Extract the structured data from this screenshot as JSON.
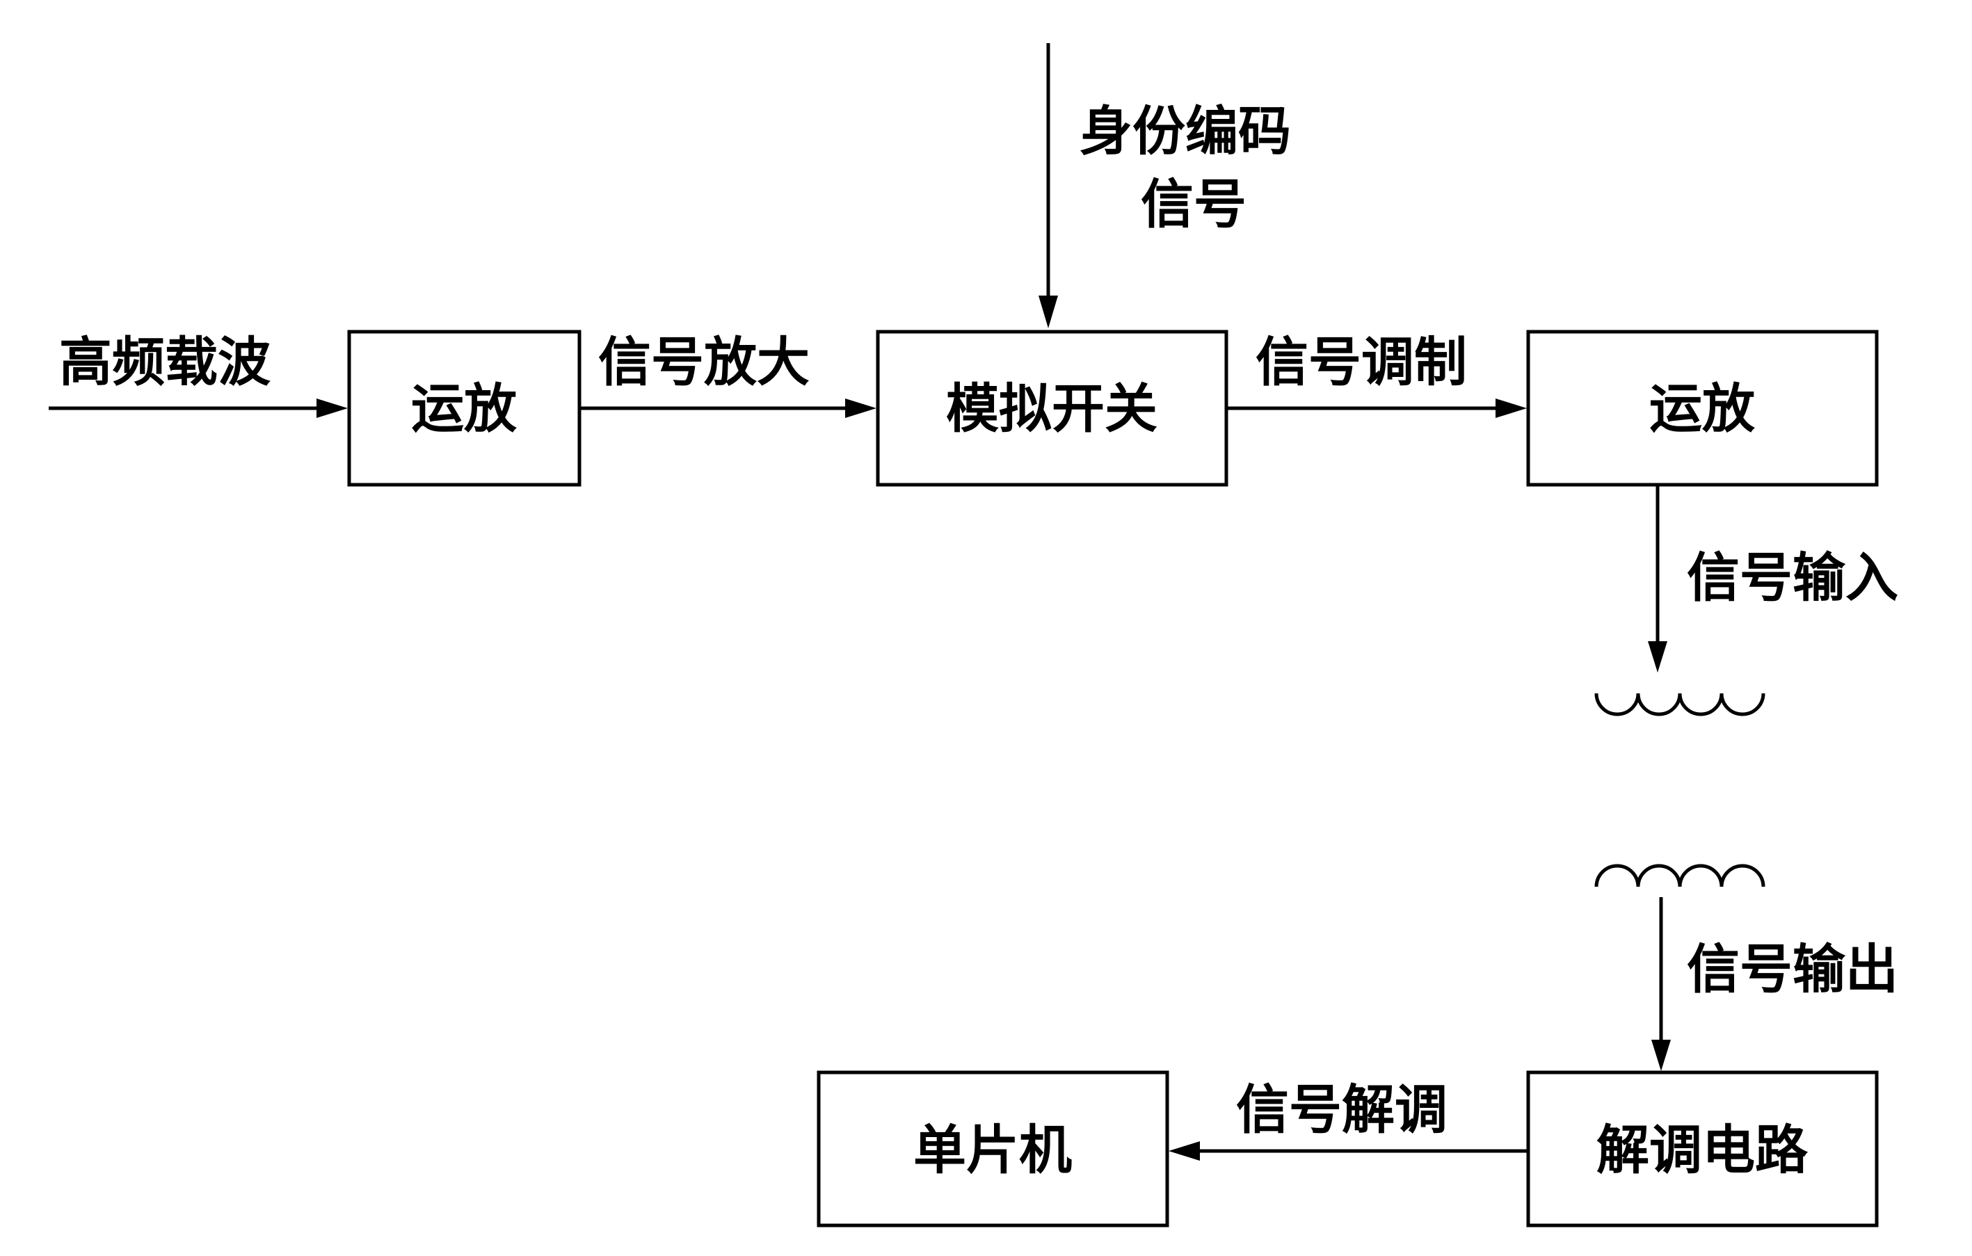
{
  "blocks": {
    "op_amp_1": "运放",
    "analog_switch": "模拟开关",
    "op_amp_2": "运放",
    "demod_circuit": "解调电路",
    "mcu": "单片机"
  },
  "labels": {
    "hf_carrier": "高频载波",
    "signal_amplify": "信号放大",
    "id_code_line1": "身份编码",
    "id_code_line2": "信号",
    "signal_modulate": "信号调制",
    "signal_input": "信号输入",
    "signal_output": "信号输出",
    "signal_demodulate": "信号解调"
  }
}
